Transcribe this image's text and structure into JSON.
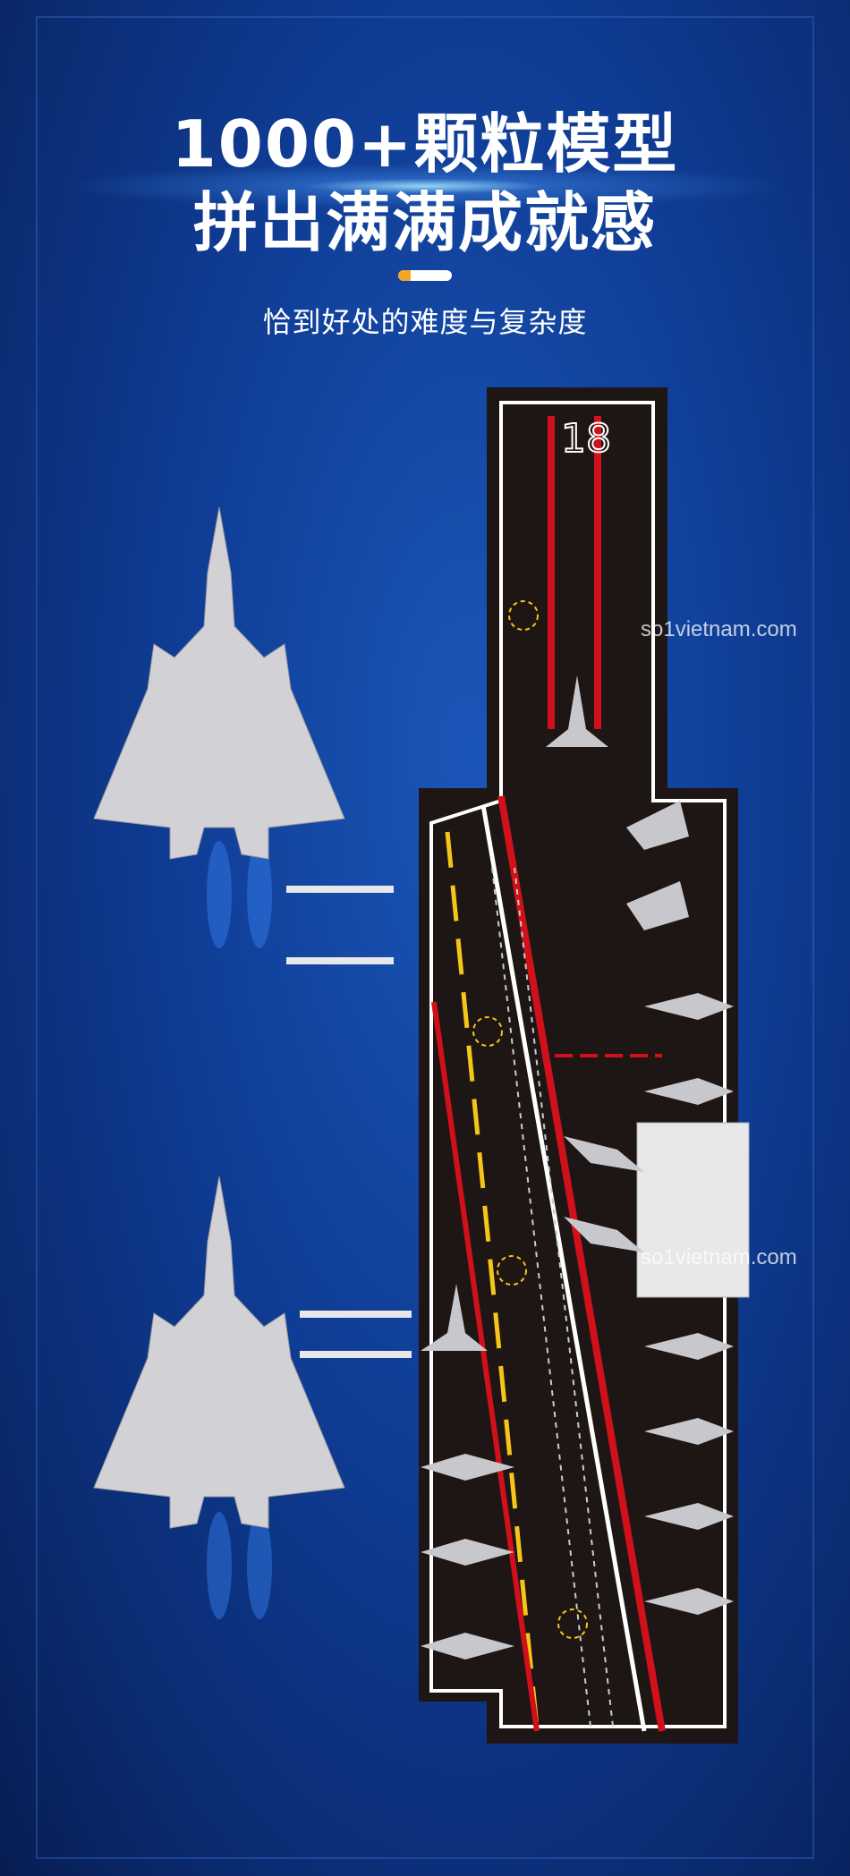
{
  "headline": {
    "line1": "1000+颗粒模型",
    "line2": "拼出满满成就感"
  },
  "subtitle": "恰到好处的难度与复杂度",
  "deck_number": "18",
  "watermarks": [
    "so1vietnam.com",
    "so1vietnam.com"
  ],
  "colors": {
    "background": "#0f3c94",
    "deck": "#1e1614",
    "accent": "#f5a623",
    "stripe_red": "#d0101a"
  }
}
